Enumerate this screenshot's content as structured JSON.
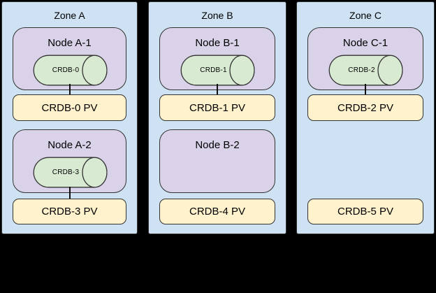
{
  "colors": {
    "canvas_bg": "#000000",
    "zone_fill": "#cfe2f3",
    "node_fill": "#d9d2e9",
    "pod_fill": "#d9ead3",
    "pv_fill": "#fff2cc",
    "stroke": "#333333",
    "text": "#000000"
  },
  "zones": [
    {
      "label": "Zone A",
      "rows": [
        {
          "node": {
            "label": "Node A-1",
            "pod": "CRDB-0"
          },
          "pv": "CRDB-0 PV",
          "connected": true
        },
        {
          "node": {
            "label": "Node A-2",
            "pod": "CRDB-3"
          },
          "pv": "CRDB-3 PV",
          "connected": true
        }
      ]
    },
    {
      "label": "Zone B",
      "rows": [
        {
          "node": {
            "label": "Node B-1",
            "pod": "CRDB-1"
          },
          "pv": "CRDB-1 PV",
          "connected": true
        },
        {
          "node": {
            "label": "Node B-2",
            "pod": null
          },
          "pv": "CRDB-4 PV",
          "connected": false
        }
      ]
    },
    {
      "label": "Zone C",
      "rows": [
        {
          "node": {
            "label": "Node C-1",
            "pod": "CRDB-2"
          },
          "pv": "CRDB-2 PV",
          "connected": true
        },
        {
          "node": null,
          "pv": "CRDB-5 PV",
          "connected": false
        }
      ]
    }
  ]
}
